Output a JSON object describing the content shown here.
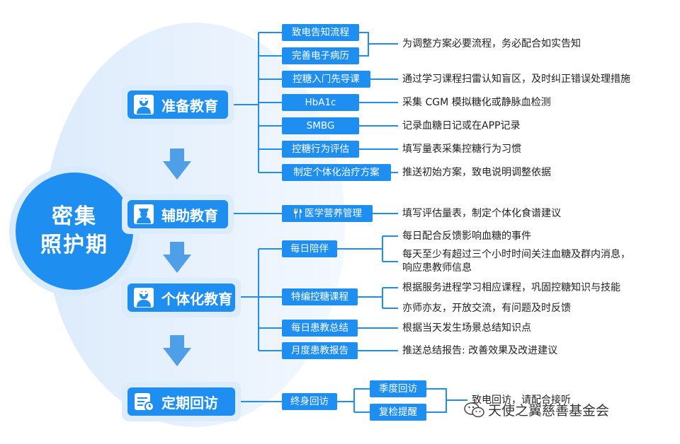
{
  "center": {
    "line1": "密集",
    "line2": "照护期"
  },
  "stages": [
    {
      "label": "准备教育",
      "icon": "doctor-icon"
    },
    {
      "label": "辅助教育",
      "icon": "nurse-icon"
    },
    {
      "label": "个体化教育",
      "icon": "doctor-icon"
    },
    {
      "label": "定期回访",
      "icon": "calendar-check-icon"
    }
  ],
  "prep": {
    "items": [
      "致电告知流程",
      "完善电子病历",
      "控糖入门先导课",
      "HbA1c",
      "SMBG",
      "控糖行为评估",
      "制定个体化治疗方案"
    ],
    "desc_merged": "为调整方案必要流程，务必配合如实告知",
    "descs": [
      "通过学习课程扫雷认知盲区，及时纠正错误处理措施",
      "采集 CGM 模拟糖化或静脉血检测",
      "记录血糖日记或在APP记录",
      "填写量表采集控糖行为习惯",
      "推送初始方案，致电说明调整依据"
    ]
  },
  "aux": {
    "item": "医学营养管理",
    "item_icon": "utensils-icon",
    "desc": "填写评估量表，制定个体化食谱建议"
  },
  "indiv": {
    "items": [
      "每日陪伴",
      "特编控糖课程",
      "每日患教总结",
      "月度患教报告"
    ],
    "daily_descs": [
      "每日配合反馈影响血糖的事件",
      "每天至少有超过三个小时时间关注血糖及群内消息，",
      "响应患教师信息"
    ],
    "course_descs": [
      "根据服务进程学习相应课程，巩固控糖知识与技能",
      "亦师亦友，开放交流，有问题及时反馈"
    ],
    "summary_desc": "根据当天发生场景总结知识点",
    "report_desc": "推送总结报告: 改善效果及改进建议"
  },
  "followup": {
    "item": "终身回访",
    "subs": [
      "季度回访",
      "复检提醒"
    ],
    "desc": "致电回访，请配合接听"
  },
  "watermark": {
    "text": "天使之翼慈善基金会",
    "icon": "wechat-icon"
  },
  "colors": {
    "primary": "#1f8ef1",
    "light": "#dcecfb",
    "halo": "#e9f3fd",
    "arrow": "#4f9fe8"
  }
}
